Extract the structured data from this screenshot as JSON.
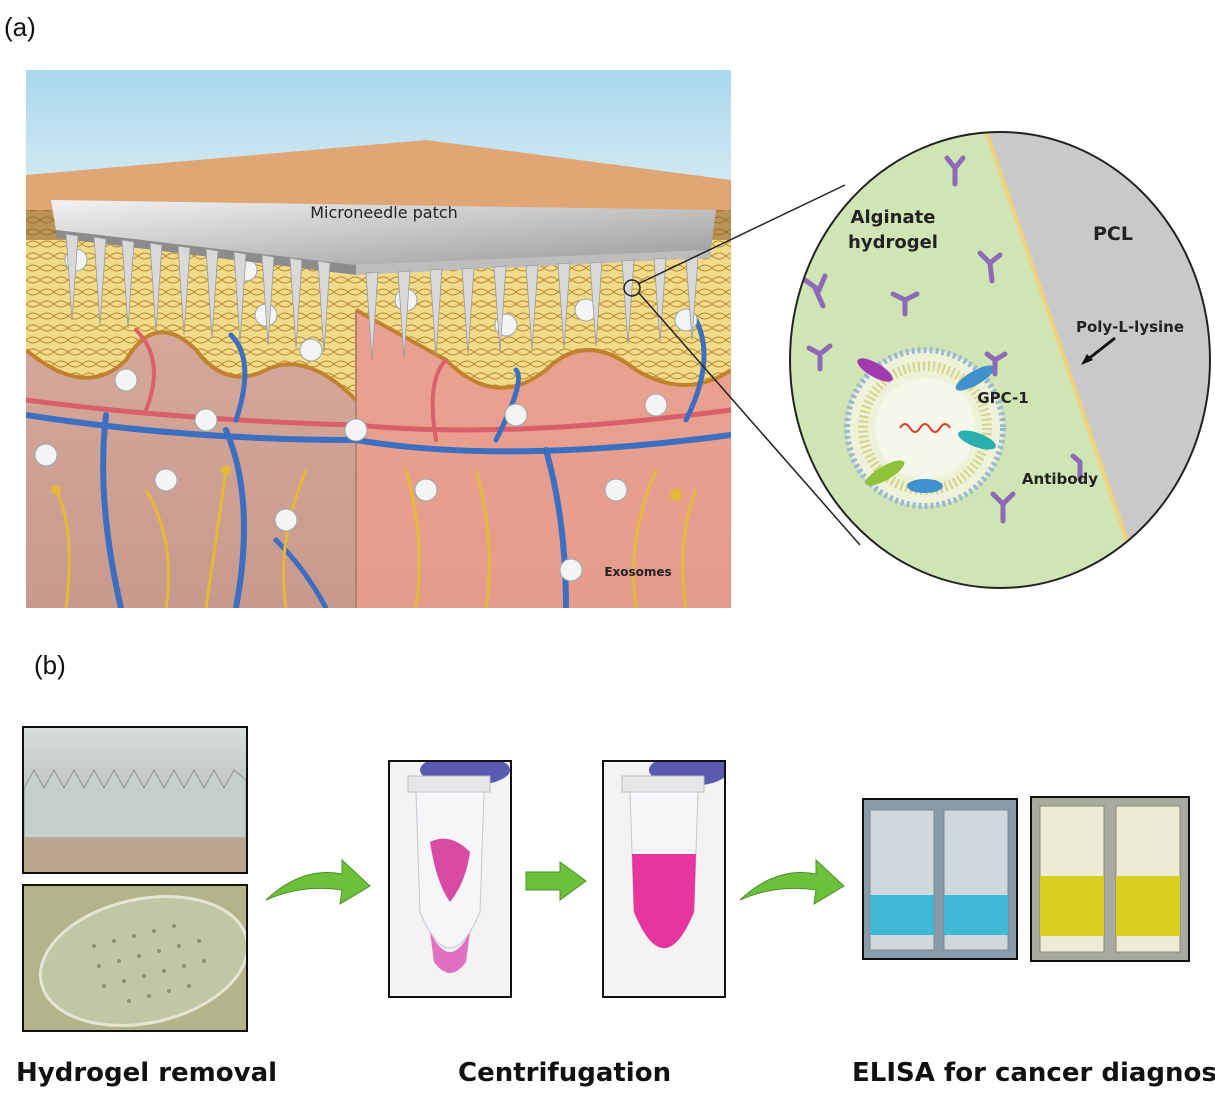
{
  "panel_a": {
    "label": "(a)",
    "patch_label": "Microneedle patch",
    "exosomes_label": "Exosomes",
    "zoom": {
      "alginate_line1": "Alginate",
      "alginate_line2": "hydrogel",
      "pcl": "PCL",
      "poly_l_lysine": "Poly-L-lysine",
      "gpc1": "GPC-1",
      "antibody": "Antibody"
    }
  },
  "panel_b": {
    "label": "(b)",
    "captions": {
      "hydrogel_removal": "Hydrogel removal",
      "centrifugation": "Centrifugation",
      "elisa": "ELISA for cancer diagnosis"
    }
  },
  "colors": {
    "hydrogel": "#cfe6b4",
    "pcl": "#c9c9c9",
    "lysine_line": "#f0d27a",
    "skin": "#e7a58e",
    "vessel_blue": "#3d6fc0",
    "vessel_red": "#d9606a",
    "nerve_yellow": "#e5b935",
    "pink_sample": "#e8349f",
    "elisa_blue": "#3fb8d6",
    "elisa_yellow": "#d8cf1e",
    "arrow_green": "#6cc13a"
  }
}
